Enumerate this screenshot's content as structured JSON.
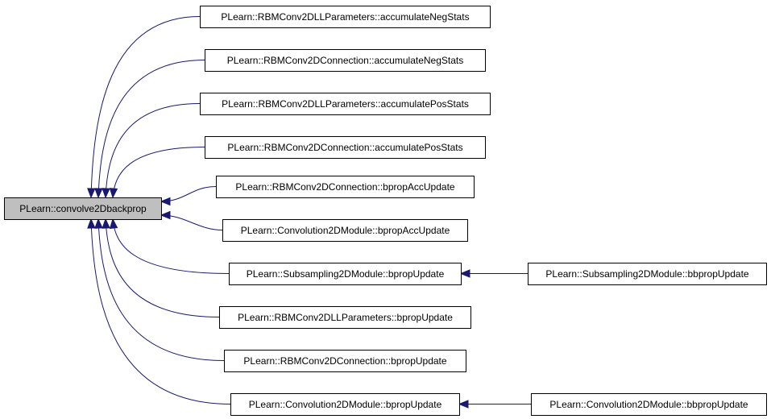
{
  "graph": {
    "root": "PLearn::convolve2Dbackprop",
    "callers": [
      "PLearn::RBMConv2DLLParameters::accumulateNegStats",
      "PLearn::RBMConv2DConnection::accumulateNegStats",
      "PLearn::RBMConv2DLLParameters::accumulatePosStats",
      "PLearn::RBMConv2DConnection::accumulatePosStats",
      "PLearn::RBMConv2DConnection::bpropAccUpdate",
      "PLearn::Convolution2DModule::bpropAccUpdate",
      "PLearn::Subsampling2DModule::bpropUpdate",
      "PLearn::RBMConv2DLLParameters::bpropUpdate",
      "PLearn::RBMConv2DConnection::bpropUpdate",
      "PLearn::Convolution2DModule::bpropUpdate"
    ],
    "second_level": [
      {
        "label": "PLearn::Subsampling2DModule::bbpropUpdate",
        "calls": "PLearn::Subsampling2DModule::bpropUpdate"
      },
      {
        "label": "PLearn::Convolution2DModule::bbpropUpdate",
        "calls": "PLearn::Convolution2DModule::bpropUpdate"
      }
    ],
    "colors": {
      "edge": "#191970",
      "root_fill": "#bfbfbf",
      "node_fill": "#ffffff",
      "border": "#000000"
    }
  }
}
